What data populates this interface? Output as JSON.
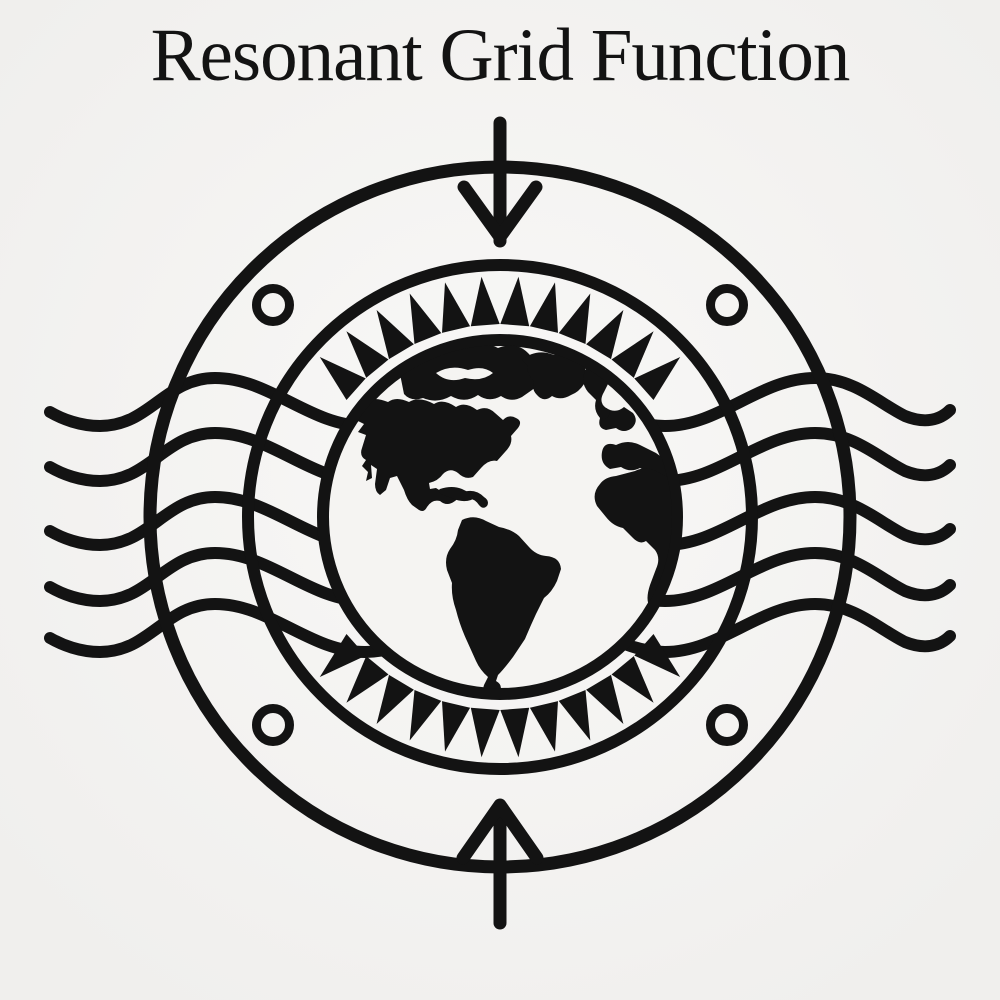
{
  "title": "Resonant Grid Function",
  "colors": {
    "ink": "#131313",
    "paper": "#f5f4f2"
  },
  "emblem": {
    "kind": "postal-stamp globe emblem",
    "globe_alt": "Earth globe showing North America, South America, Greenland, Europe and Africa",
    "wave_line_count": 5,
    "corner_ring_count": 4,
    "triangle_arcs": 2,
    "triangles_per_arc": 12,
    "arrow_directions": [
      "down",
      "up"
    ]
  }
}
